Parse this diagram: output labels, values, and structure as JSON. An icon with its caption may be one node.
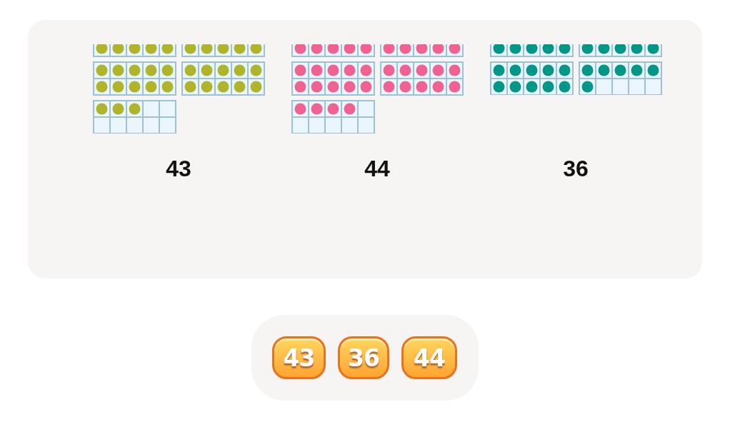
{
  "diagram": {
    "nodes": [
      {
        "text": [],
        "shape": "box"
      },
      {
        "text": [
          "43"
        ],
        "in": 0
      },
      {
        "text": [
          "36"
        ],
        "in": 0
      },
      {
        "text": [
          "44"
        ],
        "in": 0
      }
    ],
    "labels": [
      "43",
      "44",
      "36"
    ]
  }
}
